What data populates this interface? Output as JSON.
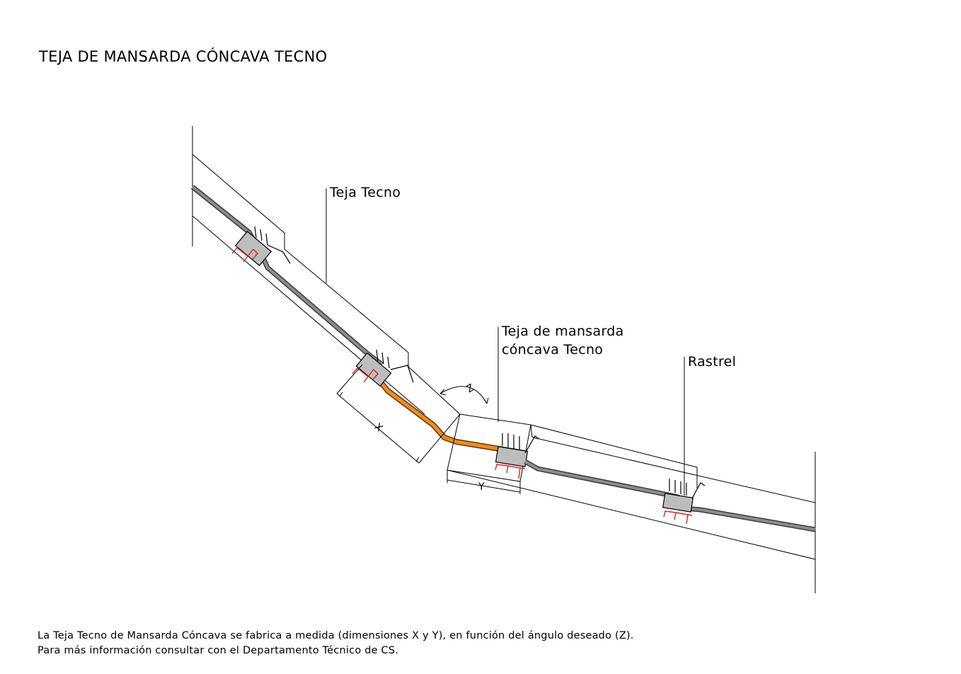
{
  "title": "TEJA DE MANSARDA CÓNCAVA TECNO",
  "labels": {
    "teja_tecno": "Teja Tecno",
    "mansarda_line1": "Teja de mansarda",
    "mansarda_line2": "cóncava Tecno",
    "rastrel": "Rastrel"
  },
  "dimensions": {
    "x": "X",
    "y": "Y",
    "z": "Z"
  },
  "caption": {
    "line1": "La Teja Tecno de Mansarda Cóncava se fabrica a medida (dimensiones X y Y), en función del ángulo deseado (Z).",
    "line2": "Para más información consultar con el Departamento Técnico de CS."
  },
  "colors": {
    "highlight": "#f28a1c",
    "tile": "#8c8c8c",
    "batten_marks": "#e02020",
    "line": "#000000"
  }
}
